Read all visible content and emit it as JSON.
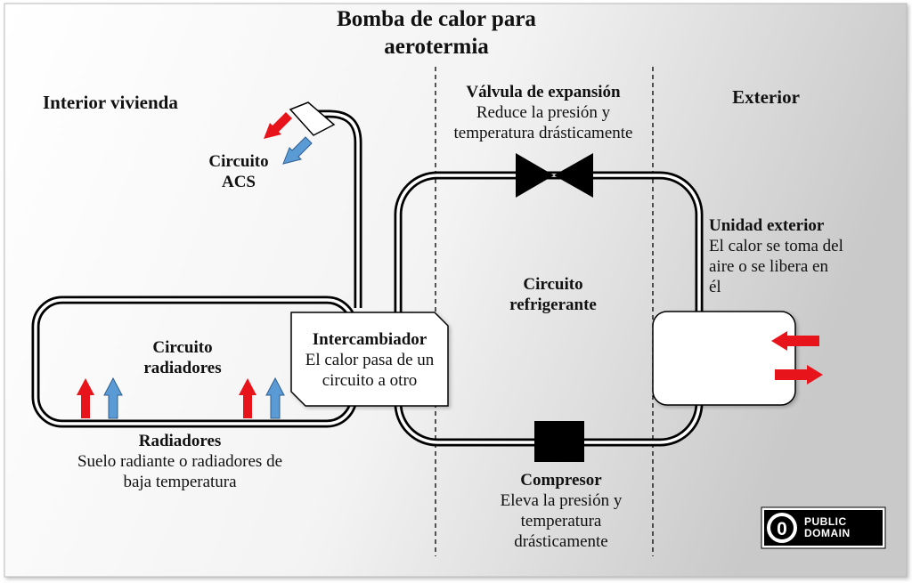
{
  "title": {
    "line1": "Bomba de calor para",
    "line2": "aerotermia"
  },
  "zones": {
    "interior": "Interior vivienda",
    "exterior": "Exterior"
  },
  "valve": {
    "title": "Válvula de expansión",
    "line1": "Reduce la presión y",
    "line2": "temperatura drásticamente"
  },
  "acs": {
    "line1": "Circuito",
    "line2": "ACS"
  },
  "outdoor_unit": {
    "title": "Unidad exterior",
    "line1": "El calor se toma del",
    "line2": "aire o se libera en",
    "line3": "él"
  },
  "refrigerant_circuit": {
    "line1": "Circuito",
    "line2": "refrigerante"
  },
  "radiator_circuit": {
    "line1": "Circuito",
    "line2": "radiadores"
  },
  "exchanger": {
    "title": "Intercambiador",
    "line1": "El calor pasa de un",
    "line2": "circuito a otro"
  },
  "radiators": {
    "title": "Radiadores",
    "line1": "Suelo radiante o radiadores de",
    "line2": "baja temperatura"
  },
  "compressor": {
    "title": "Compresor",
    "line1": "Eleva la presión y",
    "line2": "temperatura",
    "line3": "drásticamente"
  },
  "license": {
    "badge_symbol": "0",
    "line1": "PUBLIC",
    "line2": "DOMAIN"
  },
  "colors": {
    "hot_arrow": "#e8141b",
    "cold_arrow": "#5b9bd5",
    "pipe": "#000000"
  }
}
